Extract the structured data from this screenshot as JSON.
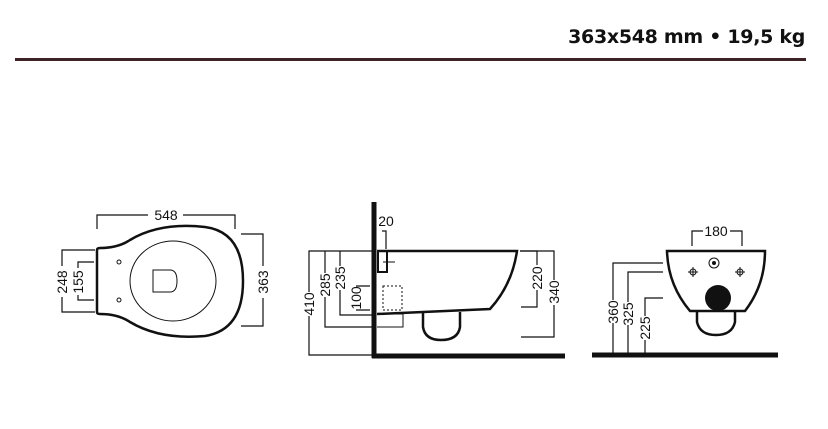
{
  "header": {
    "spec": "363x548 mm • 19,5 kg"
  },
  "top_view": {
    "length": "548",
    "width": "363",
    "fixing_span": "248",
    "fixing_inner": "155"
  },
  "side_view": {
    "wall_offset": "20",
    "h410": "410",
    "h285": "285",
    "h235": "235",
    "h100": "100",
    "h220": "220",
    "h340": "340"
  },
  "front_view": {
    "width": "180",
    "h360": "360",
    "h325": "325",
    "h225": "225"
  }
}
